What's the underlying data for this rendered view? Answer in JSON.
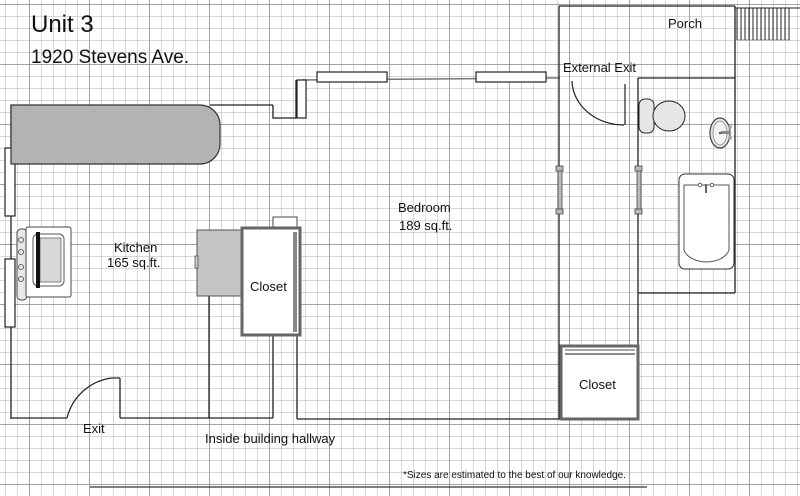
{
  "header": {
    "title": "Unit 3",
    "address": "1920 Stevens Ave."
  },
  "rooms": {
    "kitchen": {
      "name": "Kitchen",
      "area": "165 sq.ft."
    },
    "bedroom": {
      "name": "Bedroom",
      "area": "189 sq.ft."
    },
    "closet_left": {
      "name": "Closet"
    },
    "closet_right": {
      "name": "Closet"
    },
    "porch": {
      "name": "Porch"
    }
  },
  "labels": {
    "external_exit": "External Exit",
    "exit": "Exit",
    "hallway": "Inside building hallway",
    "footnote": "*Sizes are estimated to the best of our knowledge."
  },
  "colors": {
    "wall": "#222222",
    "counter": "#b3b3b3",
    "fixture": "#e6e6e6",
    "grid_minor": "#cccccc",
    "grid_major": "#999999"
  }
}
